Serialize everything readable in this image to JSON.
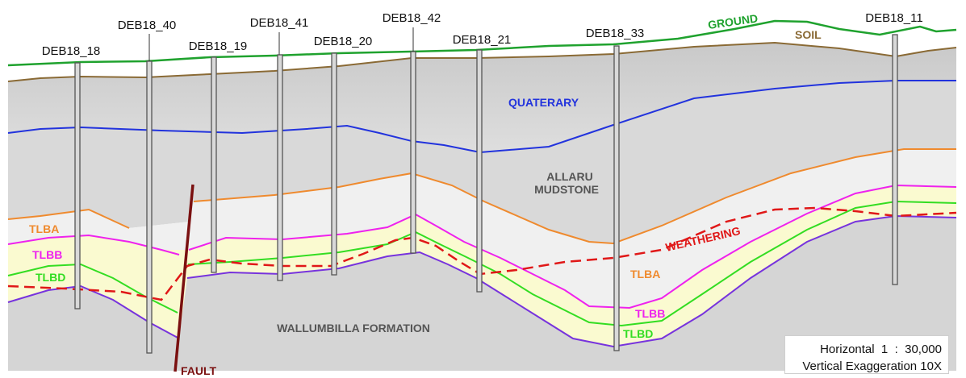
{
  "boreholes": [
    "DEB18_18",
    "DEB18_40",
    "DEB18_19",
    "DEB18_41",
    "DEB18_20",
    "DEB18_42",
    "DEB18_21",
    "DEB18_33",
    "DEB18_11"
  ],
  "units": {
    "ground": "GROUND",
    "soil": "SOIL",
    "quaternary": "QUATERARY",
    "allaru_line1": "ALLARU",
    "allaru_line2": "MUDSTONE",
    "tlba": "TLBA",
    "tlbb": "TLBB",
    "tlbd": "TLBD",
    "weathering": "WEATHERING",
    "wallumbilla": "WALLUMBILLA FORMATION",
    "fault": "FAULT"
  },
  "scale": {
    "horizontal": "Horizontal  1  :  30,000",
    "vertical": "Vertical Exaggeration 10X"
  },
  "colors": {
    "ground": "#1fa22e",
    "soil": "#8a6a35",
    "quaternary": "#2233dd",
    "tlba": "#ef8a2e",
    "tlbb": "#ee22ee",
    "tlbd": "#33dd22",
    "base": "#7733dd",
    "weathering": "#e01818",
    "fault": "#7a1010"
  }
}
